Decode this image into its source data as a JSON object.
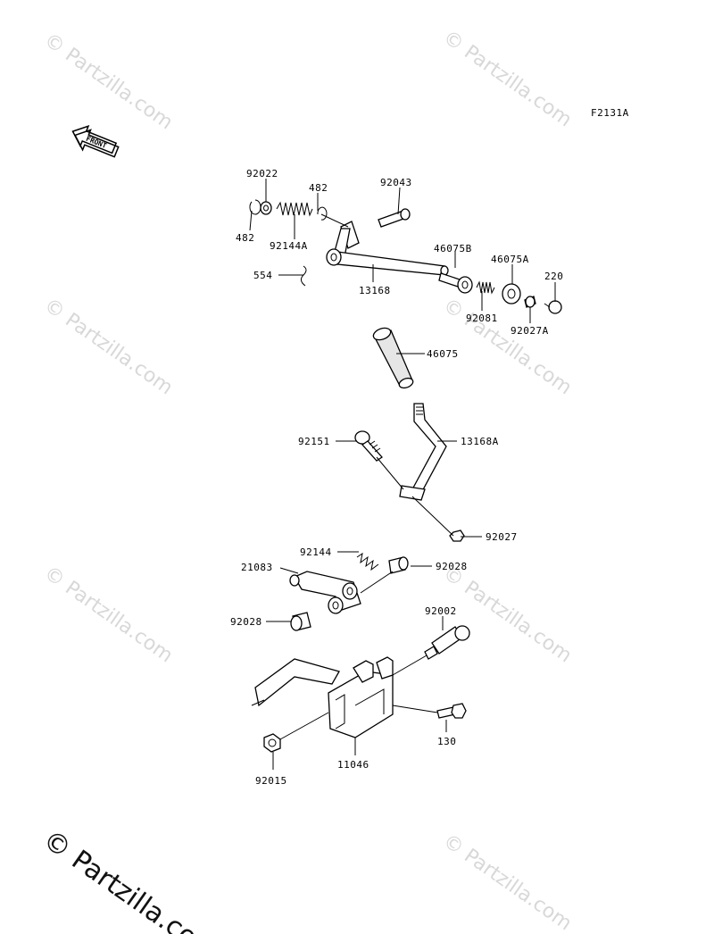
{
  "figure_code": "F2131A",
  "front_label": "FRONT",
  "watermark": "© Partzilla.com",
  "watermark_footer": "© Partzilla.com",
  "callouts": [
    {
      "id": "92022",
      "text": "92022"
    },
    {
      "id": "482a",
      "text": "482"
    },
    {
      "id": "92043",
      "text": "92043"
    },
    {
      "id": "482b",
      "text": "482"
    },
    {
      "id": "92144A",
      "text": "92144A"
    },
    {
      "id": "46075B",
      "text": "46075B"
    },
    {
      "id": "46075A",
      "text": "46075A"
    },
    {
      "id": "220",
      "text": "220"
    },
    {
      "id": "554",
      "text": "554"
    },
    {
      "id": "13168",
      "text": "13168"
    },
    {
      "id": "92081",
      "text": "92081"
    },
    {
      "id": "92027A",
      "text": "92027A"
    },
    {
      "id": "46075",
      "text": "46075"
    },
    {
      "id": "92151",
      "text": "92151"
    },
    {
      "id": "13168A",
      "text": "13168A"
    },
    {
      "id": "92027",
      "text": "92027"
    },
    {
      "id": "92144",
      "text": "92144"
    },
    {
      "id": "21083",
      "text": "21083"
    },
    {
      "id": "92028a",
      "text": "92028"
    },
    {
      "id": "92028b",
      "text": "92028"
    },
    {
      "id": "92002",
      "text": "92002"
    },
    {
      "id": "130",
      "text": "130"
    },
    {
      "id": "11046",
      "text": "11046"
    },
    {
      "id": "92015",
      "text": "92015"
    }
  ]
}
